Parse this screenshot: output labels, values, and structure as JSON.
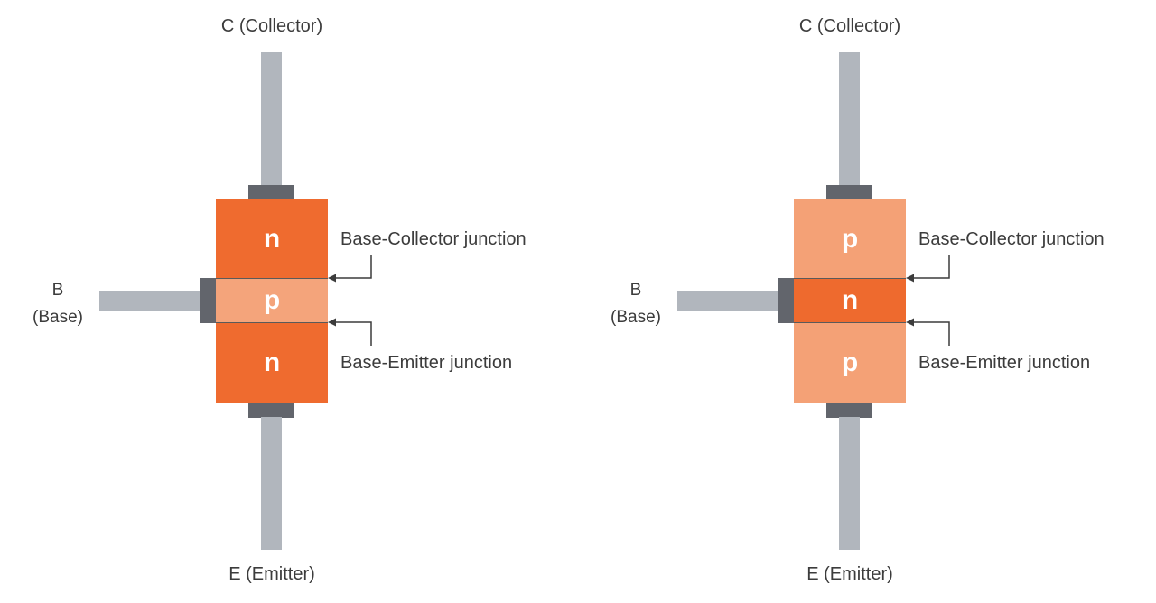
{
  "colors": {
    "n_type": "#ef6b2f",
    "p_type": "#f4a176",
    "p_type_middle": "#f4a47b",
    "n_type_middle": "#ee6a2e",
    "lead": "#b1b6bd",
    "cap": "#62656c",
    "text": "#3c3c3c"
  },
  "transistors": [
    {
      "collector_label": "C (Collector)",
      "emitter_label": "E (Emitter)",
      "base_label_line1": "B",
      "base_label_line2": "(Base)",
      "layers": [
        {
          "label": "n",
          "color": "#ef6b2f"
        },
        {
          "label": "p",
          "color": "#f4a47b"
        },
        {
          "label": "n",
          "color": "#ef6b2f"
        }
      ],
      "junction_top": "Base-Collector junction",
      "junction_bottom": "Base-Emitter junction"
    },
    {
      "collector_label": "C (Collector)",
      "emitter_label": "E (Emitter)",
      "base_label_line1": "B",
      "base_label_line2": "(Base)",
      "layers": [
        {
          "label": "p",
          "color": "#f4a176"
        },
        {
          "label": "n",
          "color": "#ee6a2e"
        },
        {
          "label": "p",
          "color": "#f4a176"
        }
      ],
      "junction_top": "Base-Collector junction",
      "junction_bottom": "Base-Emitter junction"
    }
  ]
}
